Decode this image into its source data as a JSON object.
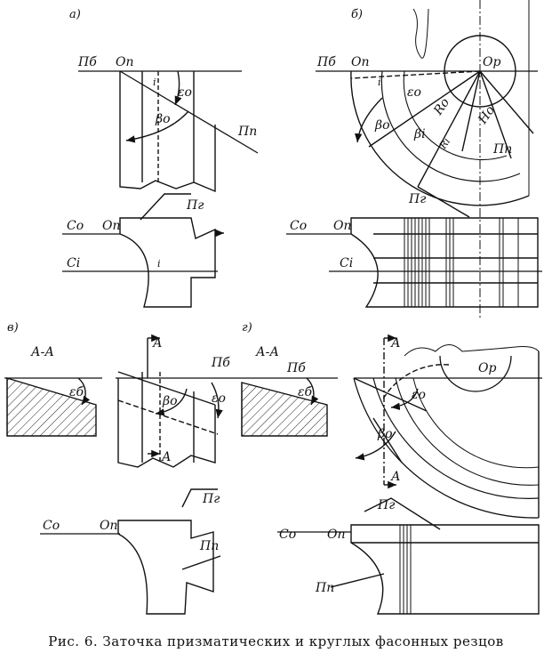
{
  "caption": "Рис. 6. Заточка призматических и круглых фасонных резцов",
  "panels": {
    "a": "а)",
    "b": "б)",
    "v": "в)",
    "g": "г)"
  },
  "labels": {
    "Pb": "Пб",
    "On": "Оп",
    "Op": "Ор",
    "Pp": "Пп",
    "Pg": "Пг",
    "Co": "Со",
    "Ci": "Сi",
    "i": "i",
    "eps": "εо",
    "beta": "βо",
    "betai": "βi",
    "Ro": "Rо",
    "Ho": "Hо",
    "Ri": "Ri",
    "A": "А",
    "AA": "А-А",
    "eps_b": "εб"
  }
}
